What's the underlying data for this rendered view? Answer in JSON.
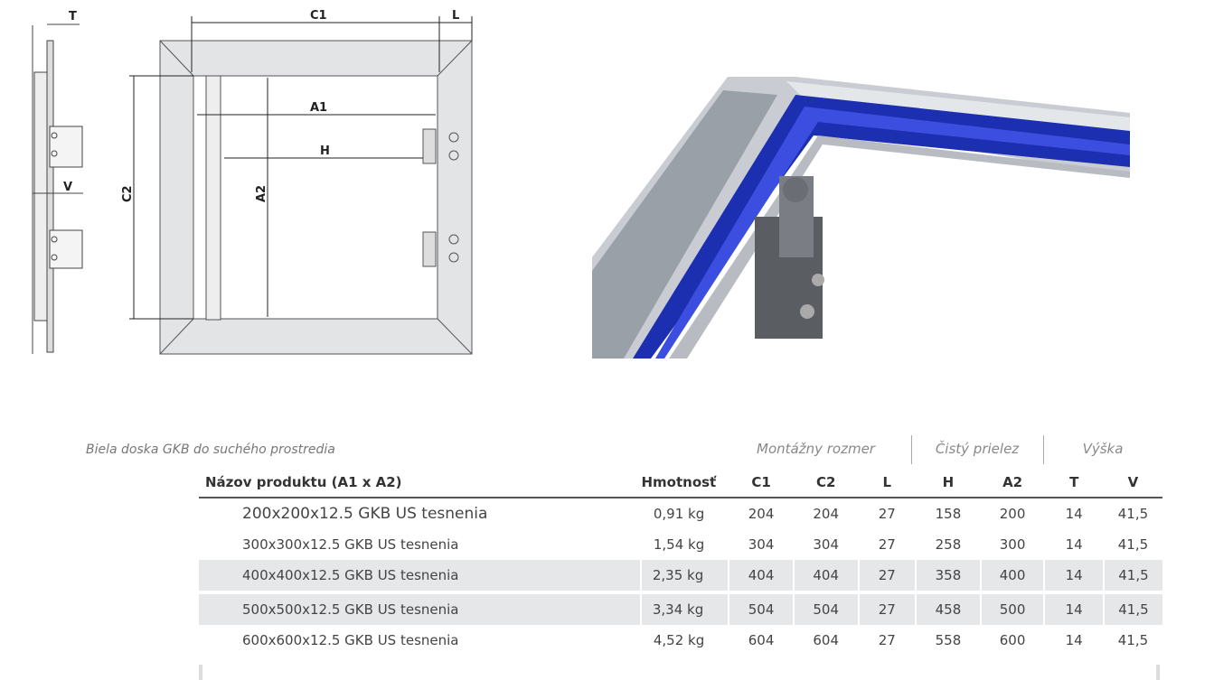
{
  "drawing": {
    "labels": {
      "T": "T",
      "C1": "C1",
      "L": "L",
      "A1": "A1",
      "H": "H",
      "C2": "C2",
      "A2": "A2",
      "V": "V"
    }
  },
  "caption": "Biela doska GKB do suchého prostredia",
  "groups": [
    "Montážny rozmer",
    "Čistý prielez",
    "Výška"
  ],
  "columns": [
    "Názov produktu (A1 x A2)",
    "Hmotnosť",
    "C1",
    "C2",
    "L",
    "H",
    "A2",
    "T",
    "V"
  ],
  "rows": [
    [
      "200x200x12.5 GKB US tesnenia",
      "0,91 kg",
      "204",
      "204",
      "27",
      "158",
      "200",
      "14",
      "41,5"
    ],
    [
      "300x300x12.5 GKB US tesnenia",
      "1,54 kg",
      "304",
      "304",
      "27",
      "258",
      "300",
      "14",
      "41,5"
    ],
    [
      "400x400x12.5 GKB US tesnenia",
      "2,35 kg",
      "404",
      "404",
      "27",
      "358",
      "400",
      "14",
      "41,5"
    ],
    [
      "500x500x12.5 GKB US tesnenia",
      "3,34 kg",
      "504",
      "504",
      "27",
      "458",
      "500",
      "14",
      "41,5"
    ],
    [
      "600x600x12.5 GKB US tesnenia",
      "4,52 kg",
      "604",
      "604",
      "27",
      "558",
      "600",
      "14",
      "41,5"
    ]
  ]
}
